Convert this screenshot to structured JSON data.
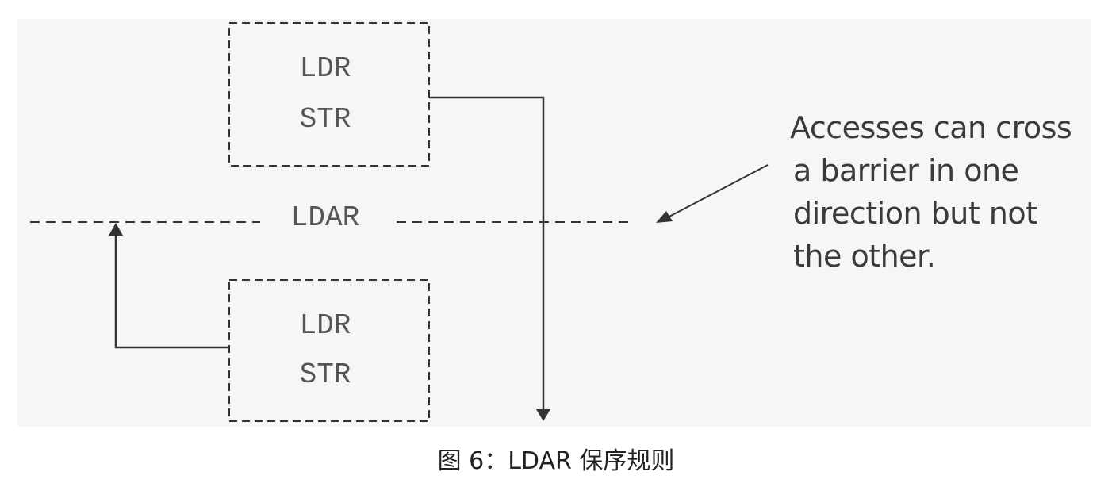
{
  "diagram": {
    "upper_box": {
      "line1": "LDR",
      "line2": "STR"
    },
    "barrier_label": "LDAR",
    "lower_box": {
      "line1": "LDR",
      "line2": "STR"
    },
    "note": [
      "Accesses can cross",
      "a barrier in one",
      "direction but not",
      "the other."
    ],
    "colors": {
      "panel_background": "#f6f6f6",
      "line": "#333333",
      "text": "#555555"
    }
  },
  "caption": "图 6：LDAR 保序规则"
}
